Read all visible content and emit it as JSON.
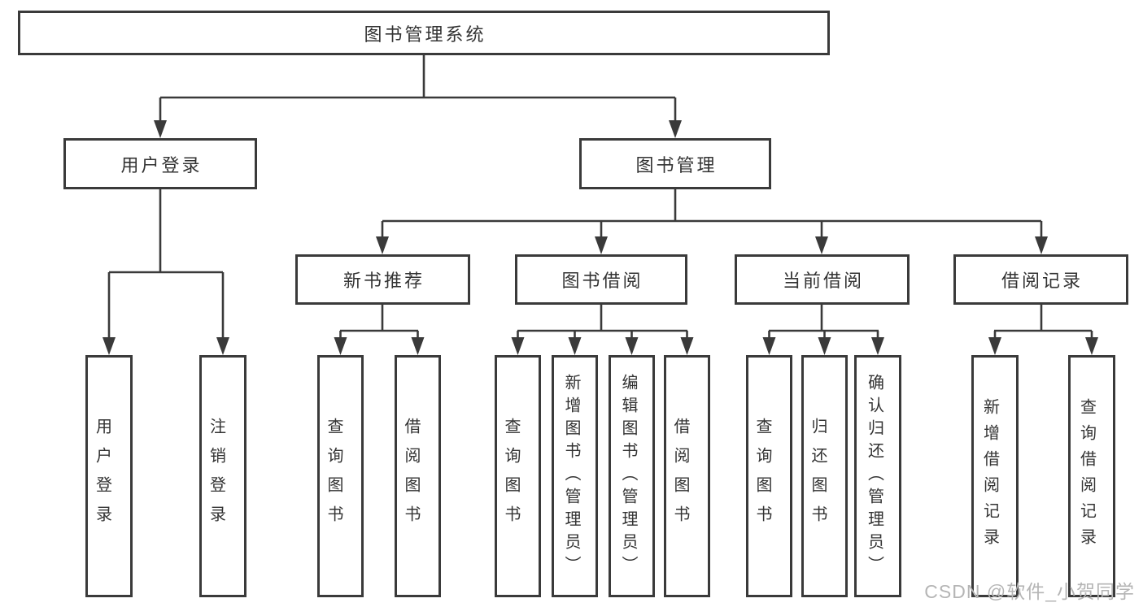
{
  "diagram": {
    "type": "tree",
    "root": {
      "label": "图书管理系统",
      "children": [
        {
          "label": "用户登录",
          "children": [
            {
              "label": "用户登录"
            },
            {
              "label": "注销登录"
            }
          ]
        },
        {
          "label": "图书管理",
          "children": [
            {
              "label": "新书推荐",
              "children": [
                {
                  "label": "查询图书"
                },
                {
                  "label": "借阅图书"
                }
              ]
            },
            {
              "label": "图书借阅",
              "children": [
                {
                  "label": "查询图书"
                },
                {
                  "label": "新增图书（管理员）"
                },
                {
                  "label": "编辑图书（管理员）"
                },
                {
                  "label": "借阅图书"
                }
              ]
            },
            {
              "label": "当前借阅",
              "children": [
                {
                  "label": "查询图书"
                },
                {
                  "label": "归还图书"
                },
                {
                  "label": "确认归还（管理员）"
                }
              ]
            },
            {
              "label": "借阅记录",
              "children": [
                {
                  "label": "新增借阅记录"
                },
                {
                  "label": "查询借阅记录"
                }
              ]
            }
          ]
        }
      ]
    }
  },
  "watermark": {
    "text": "CSDN @软件_小贺同学"
  },
  "colors": {
    "line": "#3a3a3a",
    "box_border": "#3a3a3a",
    "text": "#333333",
    "watermark": "#b5b5b5",
    "background": "#ffffff"
  }
}
